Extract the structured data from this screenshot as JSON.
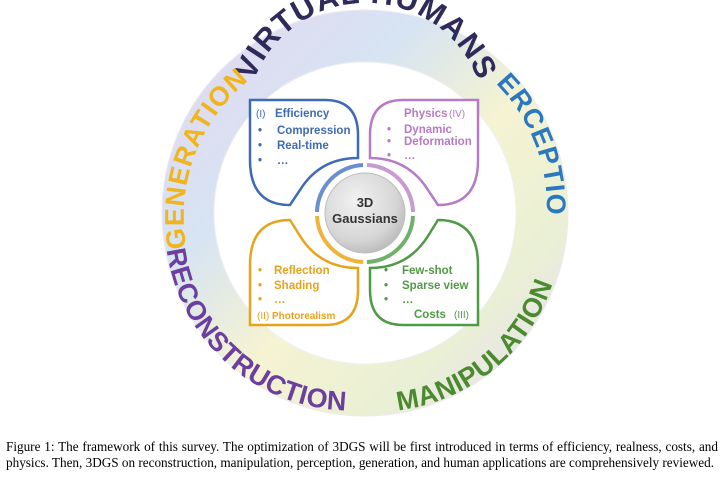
{
  "ring": {
    "top": "VIRTUAL HUMANS",
    "left": "GENERATION",
    "right": "PERCEPTION",
    "bottom_left": "RECONSTRUCTION",
    "bottom_right": "MANIPULATION"
  },
  "center": {
    "line1": "3D",
    "line2": "Gaussians"
  },
  "petals": {
    "efficiency": {
      "num": "(I)",
      "title": "Efficiency",
      "items": [
        "Compression",
        "Real-time",
        "…"
      ],
      "bullet": "•",
      "color": "#3f6bb3"
    },
    "physics": {
      "num": "(IV)",
      "title": "Physics",
      "items": [
        "Dynamic",
        "Deformation",
        "…"
      ],
      "bullet": "•",
      "color": "#b77ac6"
    },
    "photorealism": {
      "num": "(II)",
      "title": "Photorealism",
      "items": [
        "Reflection",
        "Shading",
        "…"
      ],
      "bullet": "•",
      "color": "#e8a21c"
    },
    "costs": {
      "num": "(III)",
      "title": "Costs",
      "items": [
        "Few-shot",
        "Sparse view",
        "…"
      ],
      "bullet": "•",
      "color": "#4f9a45"
    }
  },
  "colors": {
    "ring_top": "#3b2a73",
    "ring_generation": "#f0b51e",
    "ring_perception": "#2a78c0",
    "ring_reconstruction": "#6b3ea0",
    "ring_manipulation": "#4b8a2e"
  },
  "caption": "Figure 1: The framework of this survey. The optimization of 3DGS will be first introduced in terms of efficiency, realness, costs, and physics. Then, 3DGS on reconstruction, manipulation, perception, generation, and human applications are comprehensively reviewed."
}
